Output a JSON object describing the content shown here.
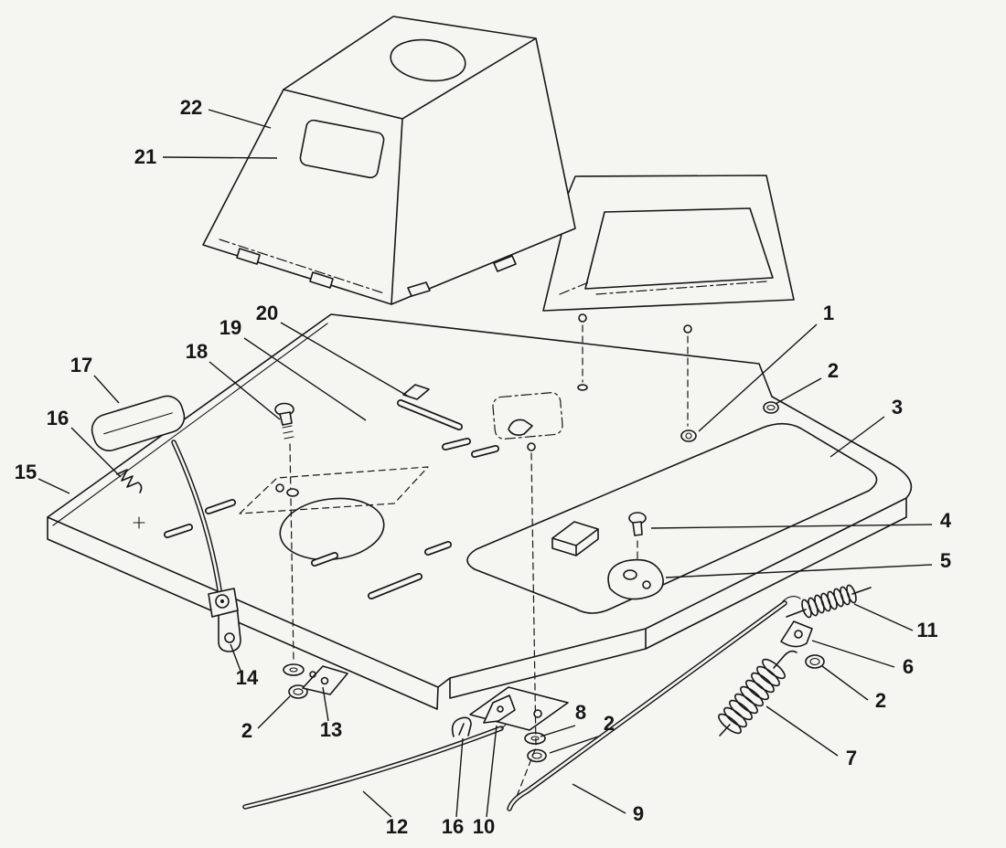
{
  "colors": {
    "background": "#f5f5f1",
    "line": "#161616"
  },
  "callouts": [
    {
      "label": "22"
    },
    {
      "label": "21"
    },
    {
      "label": "1"
    },
    {
      "label": "2"
    },
    {
      "label": "3"
    },
    {
      "label": "4"
    },
    {
      "label": "5"
    },
    {
      "label": "11"
    },
    {
      "label": "6"
    },
    {
      "label": "2"
    },
    {
      "label": "7"
    },
    {
      "label": "9"
    },
    {
      "label": "8"
    },
    {
      "label": "2"
    },
    {
      "label": "10"
    },
    {
      "label": "16"
    },
    {
      "label": "12"
    },
    {
      "label": "13"
    },
    {
      "label": "2"
    },
    {
      "label": "14"
    },
    {
      "label": "15"
    },
    {
      "label": "16"
    },
    {
      "label": "17"
    },
    {
      "label": "18"
    },
    {
      "label": "19"
    },
    {
      "label": "20"
    }
  ]
}
